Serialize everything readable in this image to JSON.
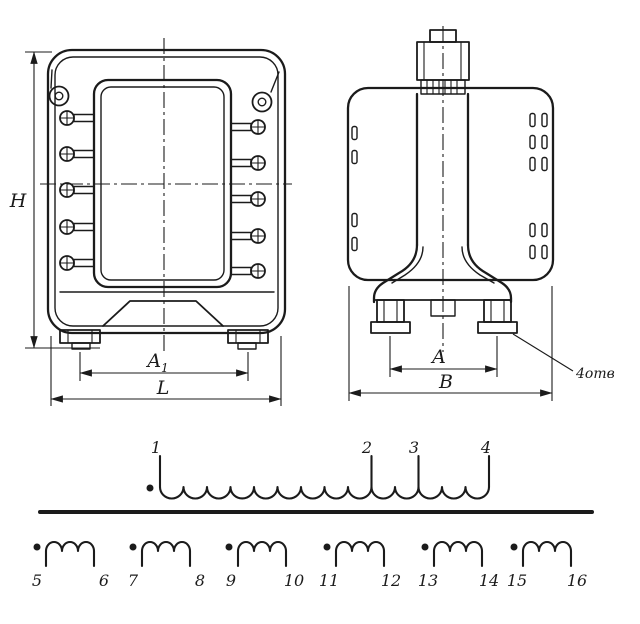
{
  "colors": {
    "ink": "#1b1b1b",
    "paper": "#ffffff"
  },
  "front_view": {
    "dim_height_label": "H",
    "dim_a1_base": "A",
    "dim_a1_sub": "1",
    "dim_length_label": "L"
  },
  "side_view": {
    "dim_a_label": "A",
    "dim_b_label": "B",
    "holes_note": "4отв"
  },
  "schematic": {
    "primary_terminals": [
      "1",
      "2",
      "3",
      "4"
    ],
    "secondary_terminals": [
      "5",
      "6",
      "7",
      "8",
      "9",
      "10",
      "11",
      "12",
      "13",
      "14",
      "15",
      "16"
    ]
  }
}
